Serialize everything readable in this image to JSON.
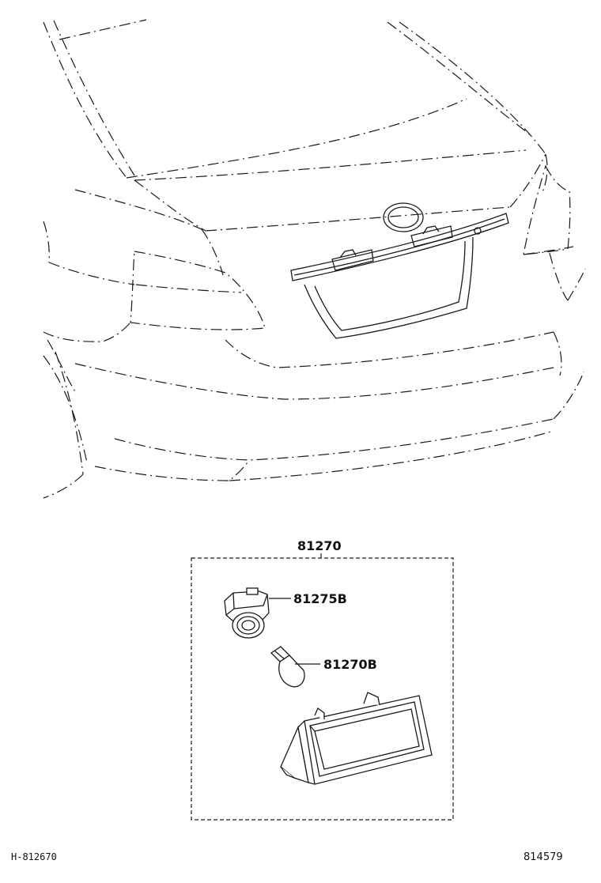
{
  "diagram": {
    "assembly_label": "81270",
    "callouts": [
      {
        "id": "socket",
        "label": "81275B"
      },
      {
        "id": "bulb",
        "label": "81270B"
      }
    ],
    "footer": {
      "left_code": "H-812670",
      "right_code": "814579"
    },
    "line_color": "#1a1a1a"
  }
}
